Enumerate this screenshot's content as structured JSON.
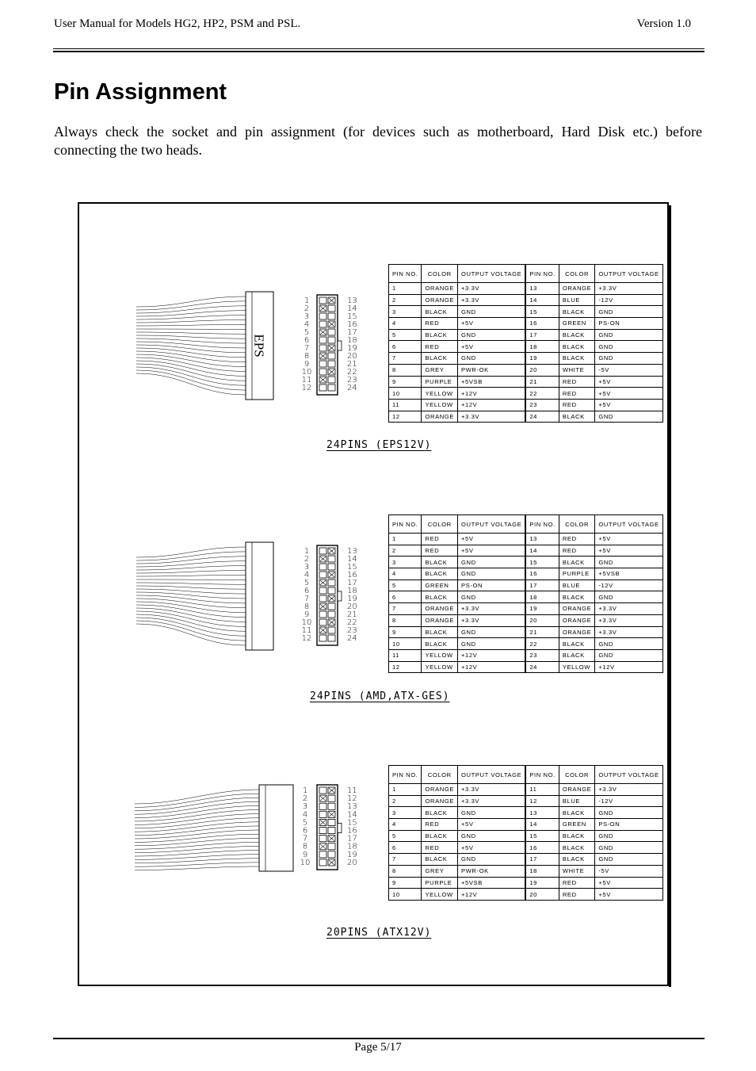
{
  "header": {
    "left": "User Manual for Models HG2, HP2, PSM and PSL.",
    "right": "Version 1.0"
  },
  "page_title": "Pin Assignment",
  "intro": "Always check the socket and pin assignment (for devices such as motherboard, Hard Disk etc.) before connecting the two heads.",
  "table_headers": {
    "pin": "PIN NO.",
    "color": "COLOR",
    "output": "OUTPUT VOLTAGE"
  },
  "sections": [
    {
      "caption": "24PINS (EPS12V)",
      "connector_label": "EPS",
      "left_numbers": [
        "1",
        "2",
        "3",
        "4",
        "5",
        "6",
        "7",
        "8",
        "9",
        "10",
        "11",
        "12"
      ],
      "right_numbers": [
        "13",
        "14",
        "15",
        "16",
        "17",
        "18",
        "19",
        "20",
        "21",
        "22",
        "23",
        "24"
      ],
      "rows": [
        [
          "1",
          "ORANGE",
          "+3.3V",
          "13",
          "ORANGE",
          "+3.3V"
        ],
        [
          "2",
          "ORANGE",
          "+3.3V",
          "14",
          "BLUE",
          "-12V"
        ],
        [
          "3",
          "BLACK",
          "GND",
          "15",
          "BLACK",
          "GND"
        ],
        [
          "4",
          "RED",
          "+5V",
          "16",
          "GREEN",
          "PS-ON"
        ],
        [
          "5",
          "BLACK",
          "GND",
          "17",
          "BLACK",
          "GND"
        ],
        [
          "6",
          "RED",
          "+5V",
          "18",
          "BLACK",
          "GND"
        ],
        [
          "7",
          "BLACK",
          "GND",
          "19",
          "BLACK",
          "GND"
        ],
        [
          "8",
          "GREY",
          "PWR-OK",
          "20",
          "WHITE",
          "-5V"
        ],
        [
          "9",
          "PURPLE",
          "+5VSB",
          "21",
          "RED",
          "+5V"
        ],
        [
          "10",
          "YELLOW",
          "+12V",
          "22",
          "RED",
          "+5V"
        ],
        [
          "11",
          "YELLOW",
          "+12V",
          "23",
          "RED",
          "+5V"
        ],
        [
          "12",
          "ORANGE",
          "+3.3V",
          "24",
          "BLACK",
          "GND"
        ]
      ]
    },
    {
      "caption": "24PINS (AMD,ATX-GES)",
      "connector_label": "",
      "left_numbers": [
        "1",
        "2",
        "3",
        "4",
        "5",
        "6",
        "7",
        "8",
        "9",
        "10",
        "11",
        "12"
      ],
      "right_numbers": [
        "13",
        "14",
        "15",
        "16",
        "17",
        "18",
        "19",
        "20",
        "21",
        "22",
        "23",
        "24"
      ],
      "rows": [
        [
          "1",
          "RED",
          "+5V",
          "13",
          "RED",
          "+5V"
        ],
        [
          "2",
          "RED",
          "+5V",
          "14",
          "RED",
          "+5V"
        ],
        [
          "3",
          "BLACK",
          "GND",
          "15",
          "BLACK",
          "GND"
        ],
        [
          "4",
          "BLACK",
          "GND",
          "16",
          "PURPLE",
          "+5VSB"
        ],
        [
          "5",
          "GREEN",
          "PS-ON",
          "17",
          "BLUE",
          "-12V"
        ],
        [
          "6",
          "BLACK",
          "GND",
          "18",
          "BLACK",
          "GND"
        ],
        [
          "7",
          "ORANGE",
          "+3.3V",
          "19",
          "ORANGE",
          "+3.3V"
        ],
        [
          "8",
          "ORANGE",
          "+3.3V",
          "20",
          "ORANGE",
          "+3.3V"
        ],
        [
          "9",
          "BLACK",
          "GND",
          "21",
          "ORANGE",
          "+3.3V"
        ],
        [
          "10",
          "BLACK",
          "GND",
          "22",
          "BLACK",
          "GND"
        ],
        [
          "11",
          "YELLOW",
          "+12V",
          "23",
          "BLACK",
          "GND"
        ],
        [
          "12",
          "YELLOW",
          "+12V",
          "24",
          "YELLOW",
          "+12V"
        ]
      ]
    },
    {
      "caption": "20PINS (ATX12V)",
      "connector_label": "",
      "left_numbers": [
        "1",
        "2",
        "3",
        "4",
        "5",
        "6",
        "7",
        "8",
        "9",
        "10"
      ],
      "right_numbers": [
        "11",
        "12",
        "13",
        "14",
        "15",
        "16",
        "17",
        "18",
        "19",
        "20"
      ],
      "rows": [
        [
          "1",
          "ORANGE",
          "+3.3V",
          "11",
          "ORANGE",
          "+3.3V"
        ],
        [
          "2",
          "ORANGE",
          "+3.3V",
          "12",
          "BLUE",
          "-12V"
        ],
        [
          "3",
          "BLACK",
          "GND",
          "13",
          "BLACK",
          "GND"
        ],
        [
          "4",
          "RED",
          "+5V",
          "14",
          "GREEN",
          "PS-ON"
        ],
        [
          "5",
          "BLACK",
          "GND",
          "15",
          "BLACK",
          "GND"
        ],
        [
          "6",
          "RED",
          "+5V",
          "16",
          "BLACK",
          "GND"
        ],
        [
          "7",
          "BLACK",
          "GND",
          "17",
          "BLACK",
          "GND"
        ],
        [
          "8",
          "GREY",
          "PWR-OK",
          "18",
          "WHITE",
          "-5V"
        ],
        [
          "9",
          "PURPLE",
          "+5VSB",
          "19",
          "RED",
          "+5V"
        ],
        [
          "10",
          "YELLOW",
          "+12V",
          "20",
          "RED",
          "+5V"
        ]
      ]
    }
  ],
  "footer": "Page 5/17"
}
